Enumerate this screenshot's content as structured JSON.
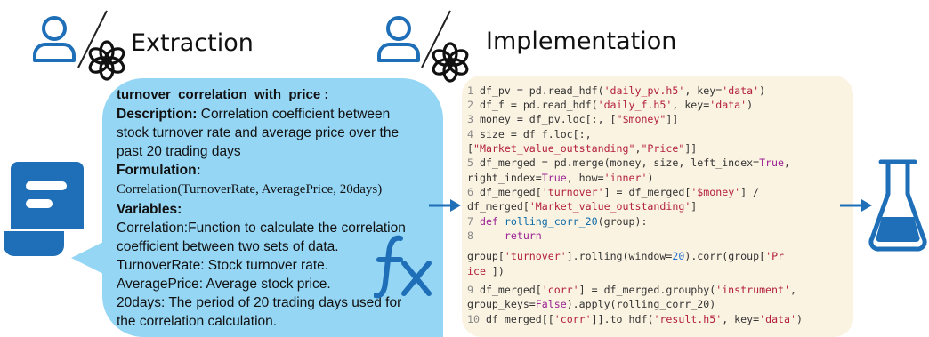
{
  "extraction": {
    "title": "Extraction",
    "factor_name": "turnover_correlation_with_price :",
    "desc_label": "Description:",
    "desc_line1": " Correlation coefficient between",
    "desc_line2": "stock turnover rate and average price over the",
    "desc_line3": "past 20 trading days",
    "formulation_label": "Formulation:",
    "formula": "Correlation(TurnoverRate, AveragePrice, 20days)",
    "variables_label": "Variables:",
    "var_lines": [
      "Correlation:Function to calculate the correlation",
      "coefficient between two sets of data.",
      "TurnoverRate: Stock turnover rate.",
      "AveragePrice: Average stock price.",
      "20days: The period of 20 trading days used for",
      "the correlation calculation."
    ]
  },
  "implementation": {
    "title": "Implementation",
    "code": {
      "l1": [
        "1",
        " df_pv = pd.read_hdf(",
        "'daily_pv.h5'",
        ", key=",
        "'data'",
        ")"
      ],
      "l2": [
        "2",
        " df_f = pd.read_hdf(",
        "'daily_f.h5'",
        ", key=",
        "'data'",
        ")"
      ],
      "l3": [
        "3",
        " money = df_pv.loc[:, [",
        "\"$money\"",
        "]]"
      ],
      "l4a": [
        "4",
        " size = df_f.loc[:,"
      ],
      "l4b": [
        "[",
        "\"Market_value_outstanding\"",
        ",",
        "\"Price\"",
        "]]"
      ],
      "l5a": [
        "5",
        " df_merged = pd.merge(money, size, left_index=",
        "True",
        ","
      ],
      "l5b": [
        "right_index=",
        "True",
        ", how=",
        "'inner'",
        ")"
      ],
      "l6a": [
        "6",
        " df_merged[",
        "'turnover'",
        "] = df_merged[",
        "'$money'",
        "] /"
      ],
      "l6b": [
        "df_merged[",
        "'Market_value_outstanding'",
        "]"
      ],
      "l7": [
        "7",
        " ",
        "def",
        " ",
        "rolling_corr_20",
        "(group):"
      ],
      "l8a": [
        "8",
        "     ",
        "return"
      ],
      "l8b": [
        "group[",
        "'turnover'",
        "].rolling(window=",
        "20",
        ").corr(group[",
        "'Pr"
      ],
      "l8c": [
        "ice'",
        "])"
      ],
      "l9a": [
        "9",
        " df_merged[",
        "'corr'",
        "] = df_merged.groupby(",
        "'instrument'",
        ","
      ],
      "l9b": [
        "group_keys=",
        "False",
        ").apply(rolling_corr_20)"
      ],
      "l10": [
        "10",
        " df_merged[[",
        "'corr'",
        "]].to_hdf(",
        "'result.h5'",
        ", key=",
        "'data'",
        ")"
      ]
    }
  },
  "colors": {
    "accent_blue": "#1e6fb8",
    "bubble": "#95d6f5",
    "code_bg": "#fbf3e2"
  },
  "icons": [
    "user-icon",
    "openai-logo-icon",
    "document-icon",
    "function-fx-icon",
    "arrow-right-icon",
    "flask-icon"
  ]
}
